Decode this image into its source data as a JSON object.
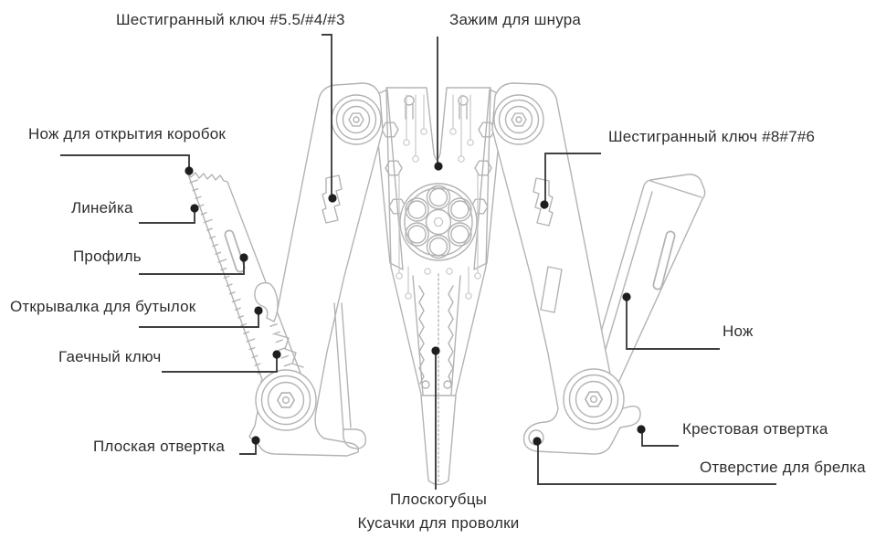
{
  "figure": {
    "background_color": "#ffffff",
    "artwork_line_color": "#b3b3b3",
    "callout_line_color": "#3f3f3f",
    "label_text_color": "#2e2e2e"
  },
  "labels": [
    {
      "id": "hex-key-small",
      "text": "Шестигранный ключ #5.5/#4/#3"
    },
    {
      "id": "cord-clip",
      "text": "Зажим для шнура"
    },
    {
      "id": "box-opening-knife",
      "text": "Нож для открытия коробок"
    },
    {
      "id": "ruler",
      "text": "Линейка"
    },
    {
      "id": "profile",
      "text": "Профиль"
    },
    {
      "id": "bottle-opener",
      "text": "Открывалка для бутылок"
    },
    {
      "id": "wrench",
      "text": "Гаечный ключ"
    },
    {
      "id": "flat-screwdriver",
      "text": "Плоская отвертка"
    },
    {
      "id": "hex-key-big",
      "text": "Шестигранный ключ #8#7#6"
    },
    {
      "id": "knife",
      "text": "Нож"
    },
    {
      "id": "phillips-screwdriver",
      "text": "Крестовая отвертка"
    },
    {
      "id": "keyring-hole",
      "text": "Отверстие для брелка"
    },
    {
      "id": "pliers",
      "text": "Плоскогубцы"
    },
    {
      "id": "wire-cutters",
      "text": "Кусачки для проволки"
    }
  ]
}
